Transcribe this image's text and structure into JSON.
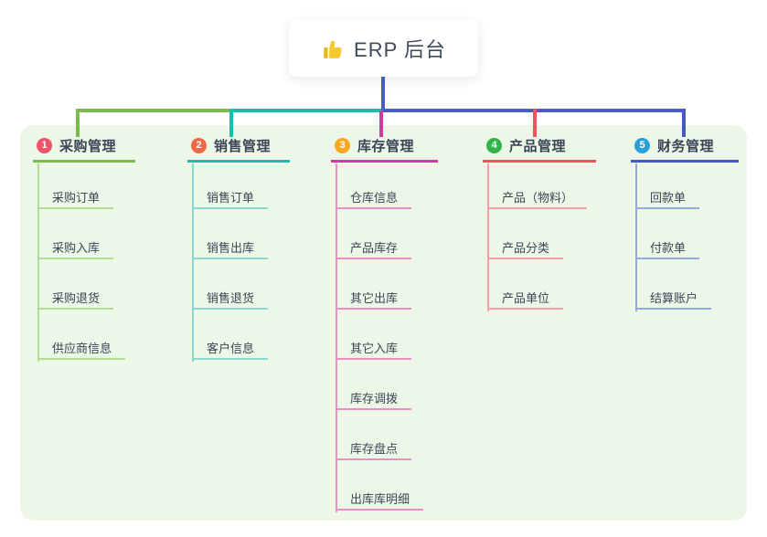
{
  "root": {
    "label": "ERP 后台",
    "icon": "thumbs-up-icon"
  },
  "colors": {
    "panel_bg": "#edf7e8",
    "trunk": "#4a5cc5",
    "text": "#3b4554",
    "card_bg": "#ffffff"
  },
  "branches": [
    {
      "badge": "1",
      "label": "采购管理",
      "badge_color": "#ef5369",
      "line_color": "#7cb94f",
      "child_line_color": "#b4db92",
      "items": [
        "采购订单",
        "采购入库",
        "采购退货",
        "供应商信息"
      ]
    },
    {
      "badge": "2",
      "label": "销售管理",
      "badge_color": "#ed6a45",
      "line_color": "#1cbcab",
      "child_line_color": "#8bd9cd",
      "items": [
        "销售订单",
        "销售出库",
        "销售退货",
        "客户信息"
      ]
    },
    {
      "badge": "3",
      "label": "库存管理",
      "badge_color": "#f9a825",
      "line_color": "#d6369e",
      "child_line_color": "#f08cc5",
      "items": [
        "仓库信息",
        "产品库存",
        "其它出库",
        "其它入库",
        "库存调拨",
        "库存盘点",
        "出库库明细"
      ]
    },
    {
      "badge": "4",
      "label": "产品管理",
      "badge_color": "#32b44a",
      "line_color": "#f4515e",
      "child_line_color": "#f79da5",
      "items": [
        "产品（物料）",
        "产品分类",
        "产品单位"
      ]
    },
    {
      "badge": "5",
      "label": "财务管理",
      "badge_color": "#2b9fd8",
      "line_color": "#4558c4",
      "child_line_color": "#97a8e0",
      "items": [
        "回款单",
        "付款单",
        "结算账户"
      ]
    }
  ]
}
